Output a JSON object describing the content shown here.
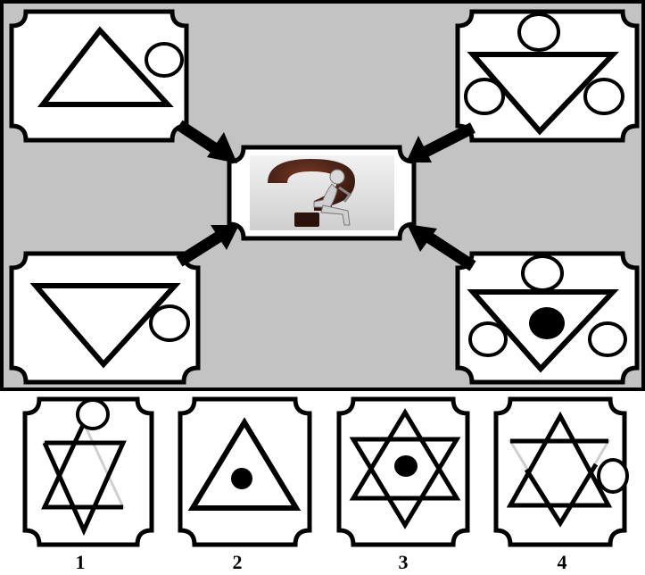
{
  "puzzle": {
    "options": [
      {
        "label": "1"
      },
      {
        "label": "2"
      },
      {
        "label": "3"
      },
      {
        "label": "4"
      }
    ]
  }
}
